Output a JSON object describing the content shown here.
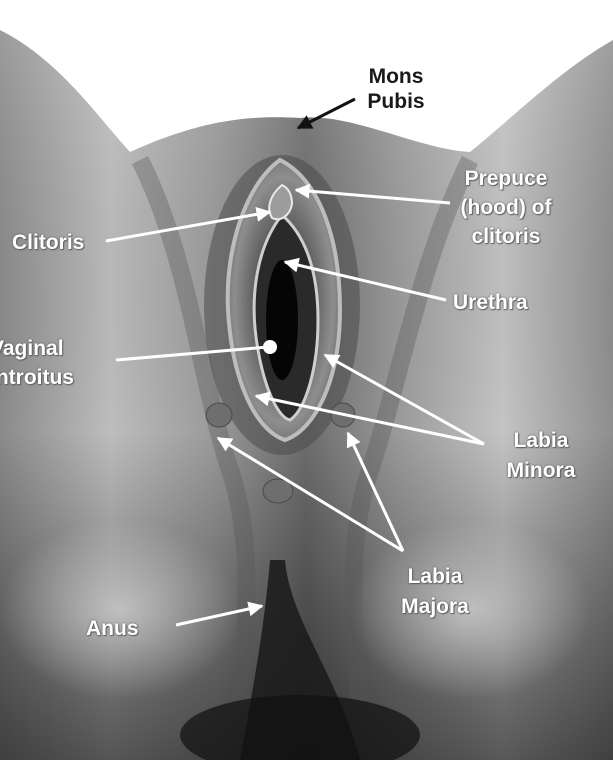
{
  "diagram": {
    "labels": {
      "mons_pubis": [
        "Mons",
        "Pubis"
      ],
      "prepuce": [
        "Prepuce",
        "(hood) of",
        "clitoris"
      ],
      "clitoris": [
        "Clitoris"
      ],
      "urethra": [
        "Urethra"
      ],
      "vaginal_introitus": [
        "Vaginal",
        "Introitus"
      ],
      "labia_minora": [
        "Labia",
        "Minora"
      ],
      "labia_majora": [
        "Labia",
        "Majora"
      ],
      "anus": [
        "Anus"
      ]
    },
    "colors": {
      "background": "#ffffff",
      "skin_dark": "#3a3a3a",
      "skin_light": "#d8d8d8",
      "marker_dot": "#6e6e6e",
      "pointer": "#ffffff"
    }
  }
}
